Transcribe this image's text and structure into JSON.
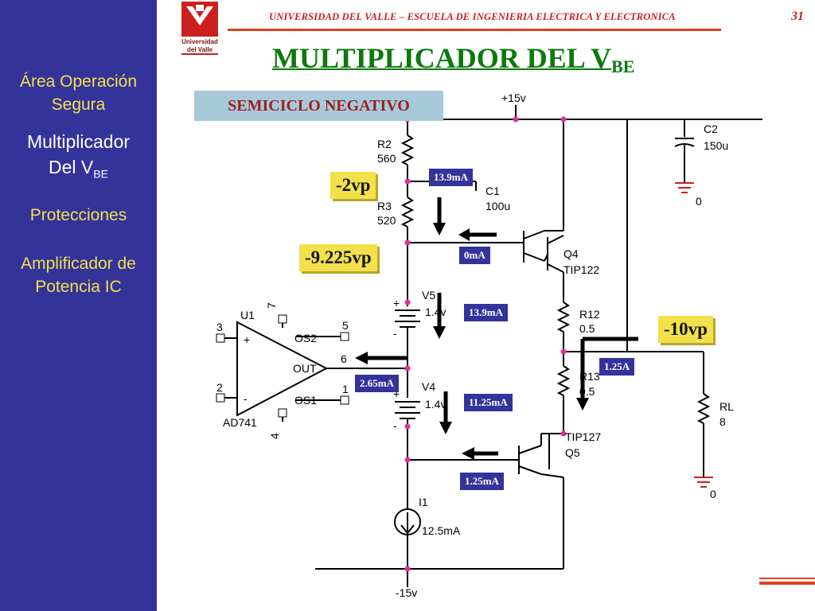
{
  "sidebar": {
    "items": [
      {
        "line1": "Área Operación",
        "line2": "Segura"
      },
      {
        "line1": "Multiplicador",
        "line2": "Del V",
        "sub": "BE"
      },
      {
        "line1": "Protecciones"
      },
      {
        "line1": "Amplificador de",
        "line2": "Potencia IC"
      }
    ]
  },
  "header": {
    "logo_text_1": "Universidad",
    "logo_text_2": "del Valle",
    "text": "UNIVERSIDAD DEL VALLE – ESCUELA DE INGENIERIA ELECTRICA Y ELECTRONICA",
    "page_number": "31"
  },
  "title": {
    "main": "MULTIPLICADOR DEL V",
    "sub": "BE"
  },
  "semiciclo_label": "SEMICICLO NEGATIVO",
  "voltage_tags": {
    "v1": "-2vp",
    "v2": "-9.225vp",
    "v3": "-10vp"
  },
  "current_tags": {
    "r2_current": "13.9mA",
    "q4_base": "0mA",
    "v5_current": "13.9mA",
    "r12_current": "1.25A",
    "opamp_out": "2.65mA",
    "v4_current": "11.25mA",
    "q5_base": "1.25mA"
  },
  "circuit_labels": {
    "vplus": "+15v",
    "vminus": "-15v",
    "r2_name": "R2",
    "r2_val": "560",
    "r3_name": "R3",
    "r3_val": "520",
    "c1_name": "C1",
    "c1_val": "100u",
    "c2_name": "C2",
    "c2_val": "150u",
    "q4_name": "Q4",
    "q4_part": "TIP122",
    "q5_name": "Q5",
    "q5_part": "TIP127",
    "r12_name": "R12",
    "r12_val": "0.5",
    "r13_name": "R13",
    "r13_val": "0.5",
    "rl_name": "RL",
    "rl_val": "8",
    "v5_name": "V5",
    "v5_val": "1.4v",
    "v4_name": "V4",
    "v4_val": "1.4v",
    "u1_name": "U1",
    "u1_part": "AD741",
    "pin3": "3",
    "pin2": "2",
    "pin5": "5",
    "pin6": "6",
    "pin1": "1",
    "pin7": "7",
    "pin4": "4",
    "os2": "OS2",
    "os1": "OS1",
    "out": "OUT",
    "plus": "+",
    "minus": "-",
    "i1_name": "I1",
    "i1_val": "12.5mA",
    "gnd": "0"
  }
}
